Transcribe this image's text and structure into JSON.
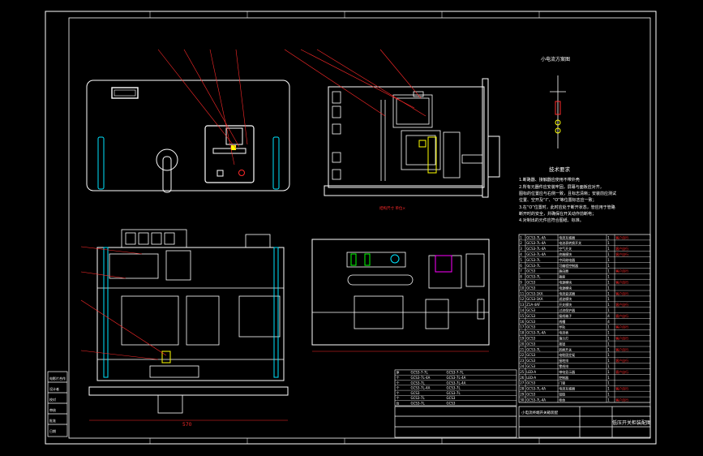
{
  "drawing": {
    "section_title": "小电流方案图",
    "tech_req_title": "技术要求",
    "tech_req_lines": [
      "1.断路器、接触器应使用不带外壳",
      "2.所有元器件应安装牢固，屏幕与面板应对齐，",
      "  图标的位置应与右侧一致，且标志清晰；安装前应测试",
      "  位置、空开及“I”、“O”等位置标志应一致；",
      "3.在“O”位置时，此时应处于断开状态，管应用于管路",
      "  断开时的安全，并确保在开关动作前断电；",
      "4.对制出的元件应符合图纸、标准。"
    ],
    "dimension_note": "结构尺寸 单位×",
    "title_block_name": "低压开关柜装配图",
    "title_block_assembly": "小电流终端开关箱装配",
    "left_legend": [
      "电影片合作",
      "设计者",
      "校对",
      "审核",
      "批准",
      "日期"
    ]
  },
  "bom_main": [
    [
      "1",
      "GCS3-7L-4A",
      "电流互感器",
      "1",
      "客户自行"
    ],
    [
      "2",
      "GCS3-7L-4A",
      "电流表转换开关",
      "1",
      ""
    ],
    [
      "3",
      "GCS3-7L-4A",
      "空气开关",
      "1",
      "客户自行"
    ],
    [
      "4",
      "GCS3-7L-4A",
      "终端模块",
      "1",
      "客户自行"
    ],
    [
      "5",
      "GCS3-7L",
      "中间继电器",
      "1",
      ""
    ],
    [
      "6",
      "GCS3-7L",
      "可编程控制器",
      "1",
      ""
    ],
    [
      "7",
      "GCS3",
      "路由器",
      "1",
      "客户自行"
    ],
    [
      "8",
      "GCS3-7L",
      "插座",
      "1",
      ""
    ],
    [
      "9",
      "GCS3",
      "电源模块",
      "1",
      "客户自行"
    ],
    [
      "10",
      "GCS3",
      "电源模块",
      "1",
      ""
    ],
    [
      "11",
      "GCS3-1KA",
      "电流变送器",
      "1",
      "客户自行"
    ],
    [
      "12",
      "GCS3-1KA",
      "滤波模块",
      "1",
      ""
    ],
    [
      "13",
      "Z1A-4AF",
      "开关模块",
      "1",
      "客户自行"
    ],
    [
      "14",
      "GCS3",
      "过流保护器",
      "1",
      ""
    ],
    [
      "15",
      "GCS3",
      "接线端子",
      "4",
      "客户自行"
    ],
    [
      "16",
      "GCS3",
      "线槽",
      "4",
      ""
    ],
    [
      "17",
      "GCS3",
      "导轨",
      "1",
      "客户自行"
    ],
    [
      "18",
      "GCS3-7L-4A",
      "电流表",
      "1",
      ""
    ],
    [
      "19",
      "GCS3",
      "指示灯",
      "1",
      "客户自行"
    ],
    [
      "20",
      "GCS3",
      "按钮",
      "1",
      ""
    ],
    [
      "21",
      "GCS3-7L",
      "转换开关",
      "1",
      "客户自行"
    ],
    [
      "22",
      "GCS3",
      "电缆固定架",
      "1",
      ""
    ],
    [
      "23",
      "GCS3",
      "接地排",
      "1",
      "客户自行"
    ],
    [
      "24",
      "GCS3",
      "零线排",
      "1",
      ""
    ],
    [
      "25",
      "LED-A",
      "带电显示器",
      "1",
      "客户自行"
    ],
    [
      "26",
      "LED-A",
      "控制器",
      "1",
      ""
    ],
    [
      "27",
      "GCS3",
      "门锁",
      "1",
      ""
    ],
    [
      "28",
      "GCS3-7L-4A",
      "电流互感器",
      "1",
      "客户自行"
    ],
    [
      "29",
      "GCS3",
      "铰链",
      "1",
      ""
    ],
    [
      "30",
      "GCS3-7L-4A",
      "柜体",
      "1",
      "客户自行"
    ]
  ],
  "bom_small": [
    [
      "序",
      "GCS3-7-7L",
      "GCS3-7-7L"
    ],
    [
      "个",
      "GCS3-7L-4A",
      "GCS3-7L-4A"
    ],
    [
      "个",
      "GCS3-7L",
      "GCS3-7L-4A"
    ],
    [
      "个",
      "GCS3-7L-4A",
      "GCS3-7L"
    ],
    [
      "个",
      "GCS3",
      "GCS3-7L"
    ],
    [
      "个",
      "GCS3-7L",
      "GCS3"
    ],
    [
      "台",
      "GCS3-7L",
      "GCS3"
    ]
  ],
  "palette": {
    "background": "#000000",
    "frame": "#ffffff",
    "leader": "#ff2a2a",
    "cyan": "#00e5ff",
    "yellow": "#ffff00",
    "blue": "#3030ff",
    "magenta": "#ff00ff",
    "green": "#00ff00"
  }
}
